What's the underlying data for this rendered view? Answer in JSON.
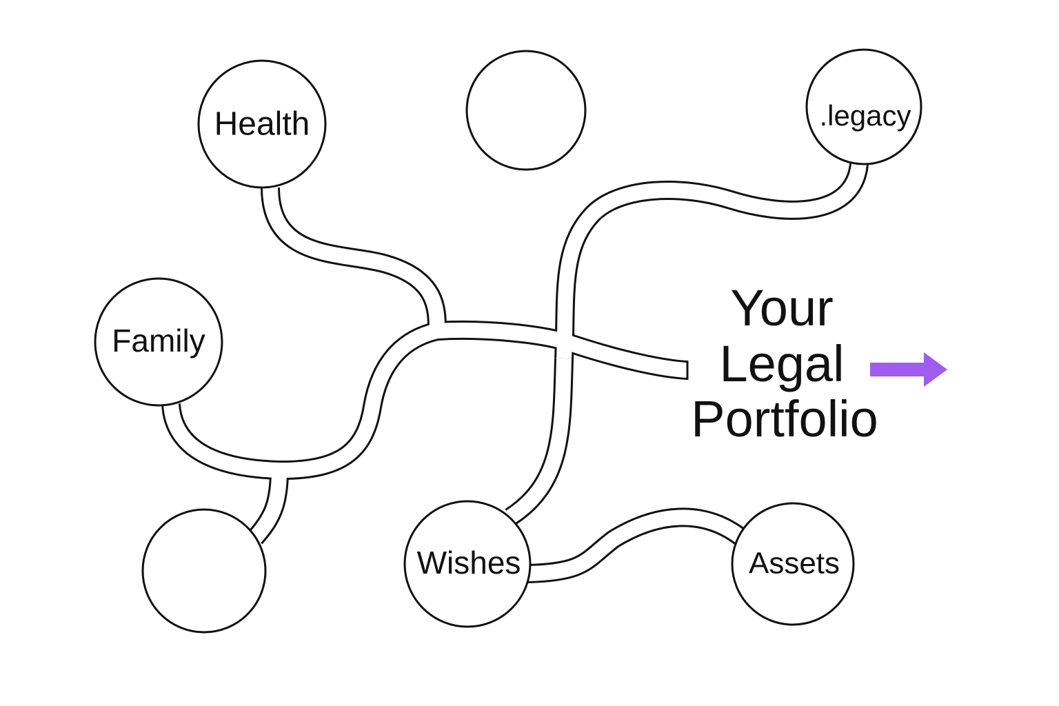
{
  "title": {
    "line1": "Your",
    "line2": "Legal",
    "line3": "Portfolio"
  },
  "nodes": {
    "health": "Health",
    "legacy": ".legacy",
    "family": "Family",
    "wishes": "Wishes",
    "assets": "Assets",
    "empty_top": "",
    "empty_bottom_left": ""
  },
  "icons": {
    "arrow": "right-arrow-icon"
  },
  "colors": {
    "stroke": "#111111",
    "arrow": "#a05cf0",
    "background": "#ffffff"
  }
}
